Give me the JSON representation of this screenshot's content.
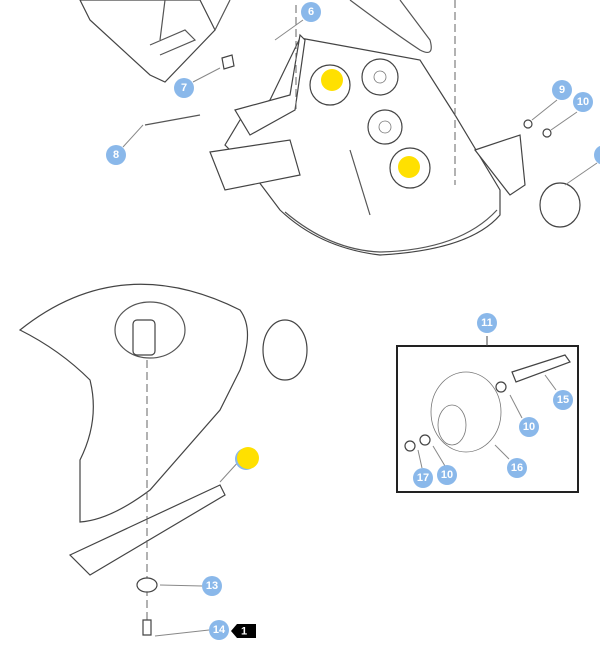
{
  "diagram": {
    "callouts": {
      "c6": "6",
      "c7": "7",
      "c8": "8",
      "c9": "9",
      "c10a": "10",
      "c11": "11",
      "c15": "15",
      "c10b": "10",
      "c16": "16",
      "c17": "17",
      "c10c": "10",
      "c13": "13",
      "c14": "14"
    },
    "tag": "1",
    "colors": {
      "callout": "#8ab8ea",
      "highlight": "#ffe000",
      "tag": "#000000"
    }
  }
}
